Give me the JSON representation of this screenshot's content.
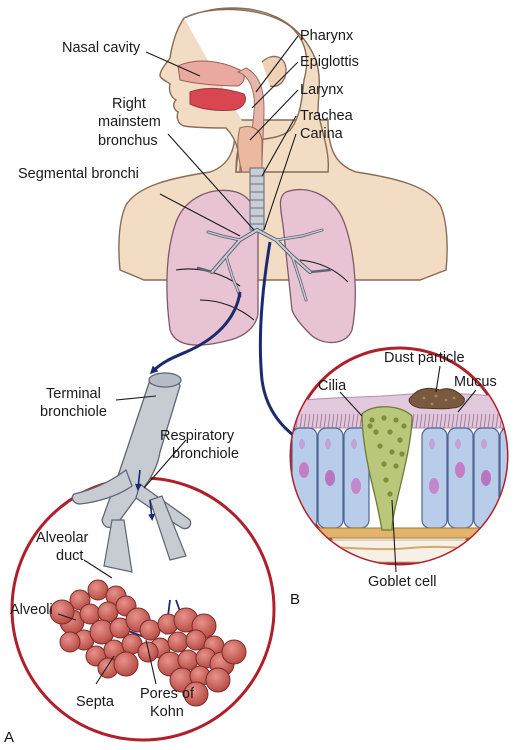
{
  "labels": {
    "nasal_cavity": "Nasal cavity",
    "pharynx": "Pharynx",
    "epiglottis": "Epiglottis",
    "larynx": "Larynx",
    "right_mainstem_bronchus_1": "Right",
    "right_mainstem_bronchus_2": "mainstem",
    "right_mainstem_bronchus_3": "bronchus",
    "trachea": "Trachea",
    "carina": "Carina",
    "segmental_bronchi": "Segmental bronchi",
    "terminal_bronchiole_1": "Terminal",
    "terminal_bronchiole_2": "bronchiole",
    "respiratory_bronchiole_1": "Respiratory",
    "respiratory_bronchiole_2": "bronchiole",
    "alveolar_duct_1": "Alveolar",
    "alveolar_duct_2": "duct",
    "alveoli": "Alveoli",
    "septa": "Septa",
    "pores_of_kohn_1": "Pores of",
    "pores_of_kohn_2": "Kohn",
    "dust_particle": "Dust particle",
    "cilia": "Cilia",
    "mucus": "Mucus",
    "goblet_cell": "Goblet cell"
  },
  "panels": {
    "a": "A",
    "b": "B"
  },
  "colors": {
    "skin": "#f2dcc4",
    "skin_outline": "#8a6b55",
    "lung": "#e8c3d3",
    "airway": "#c9cdd6",
    "bronchiole": "#c7ccd3",
    "alveoli": "#c9605c",
    "circle_border": "#b0202a",
    "arrow": "#1c2a6e",
    "cell": "#b8cdea",
    "goblet": "#b9c77a",
    "mucus": "#e2c8dc",
    "dust": "#7a5a3e",
    "basement": "#e3b36a"
  }
}
